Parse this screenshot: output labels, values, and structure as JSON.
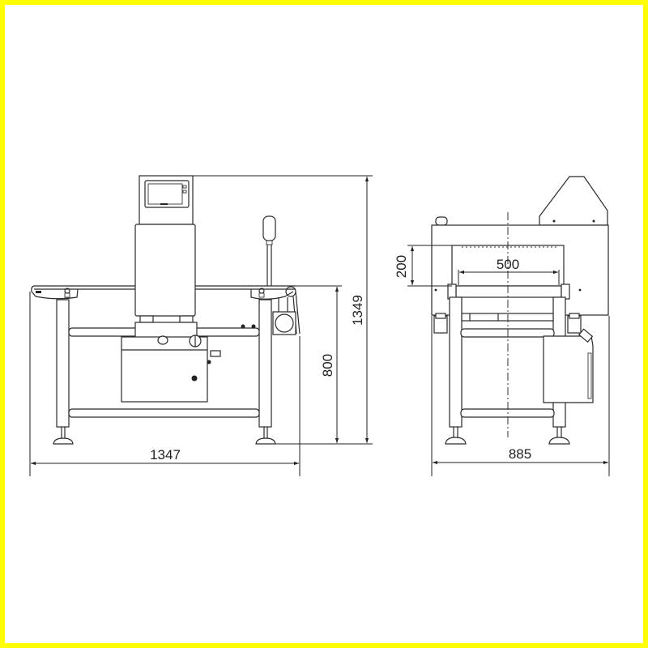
{
  "drawing": {
    "border_color": "#ffff00",
    "line_color": "#2a2a2a",
    "front_view": {
      "dimensions": {
        "overall_length": "1347",
        "conveyor_height": "800",
        "overall_height": "1349"
      }
    },
    "side_view": {
      "dimensions": {
        "aperture_height": "200",
        "aperture_width": "500",
        "overall_width": "885"
      }
    }
  }
}
